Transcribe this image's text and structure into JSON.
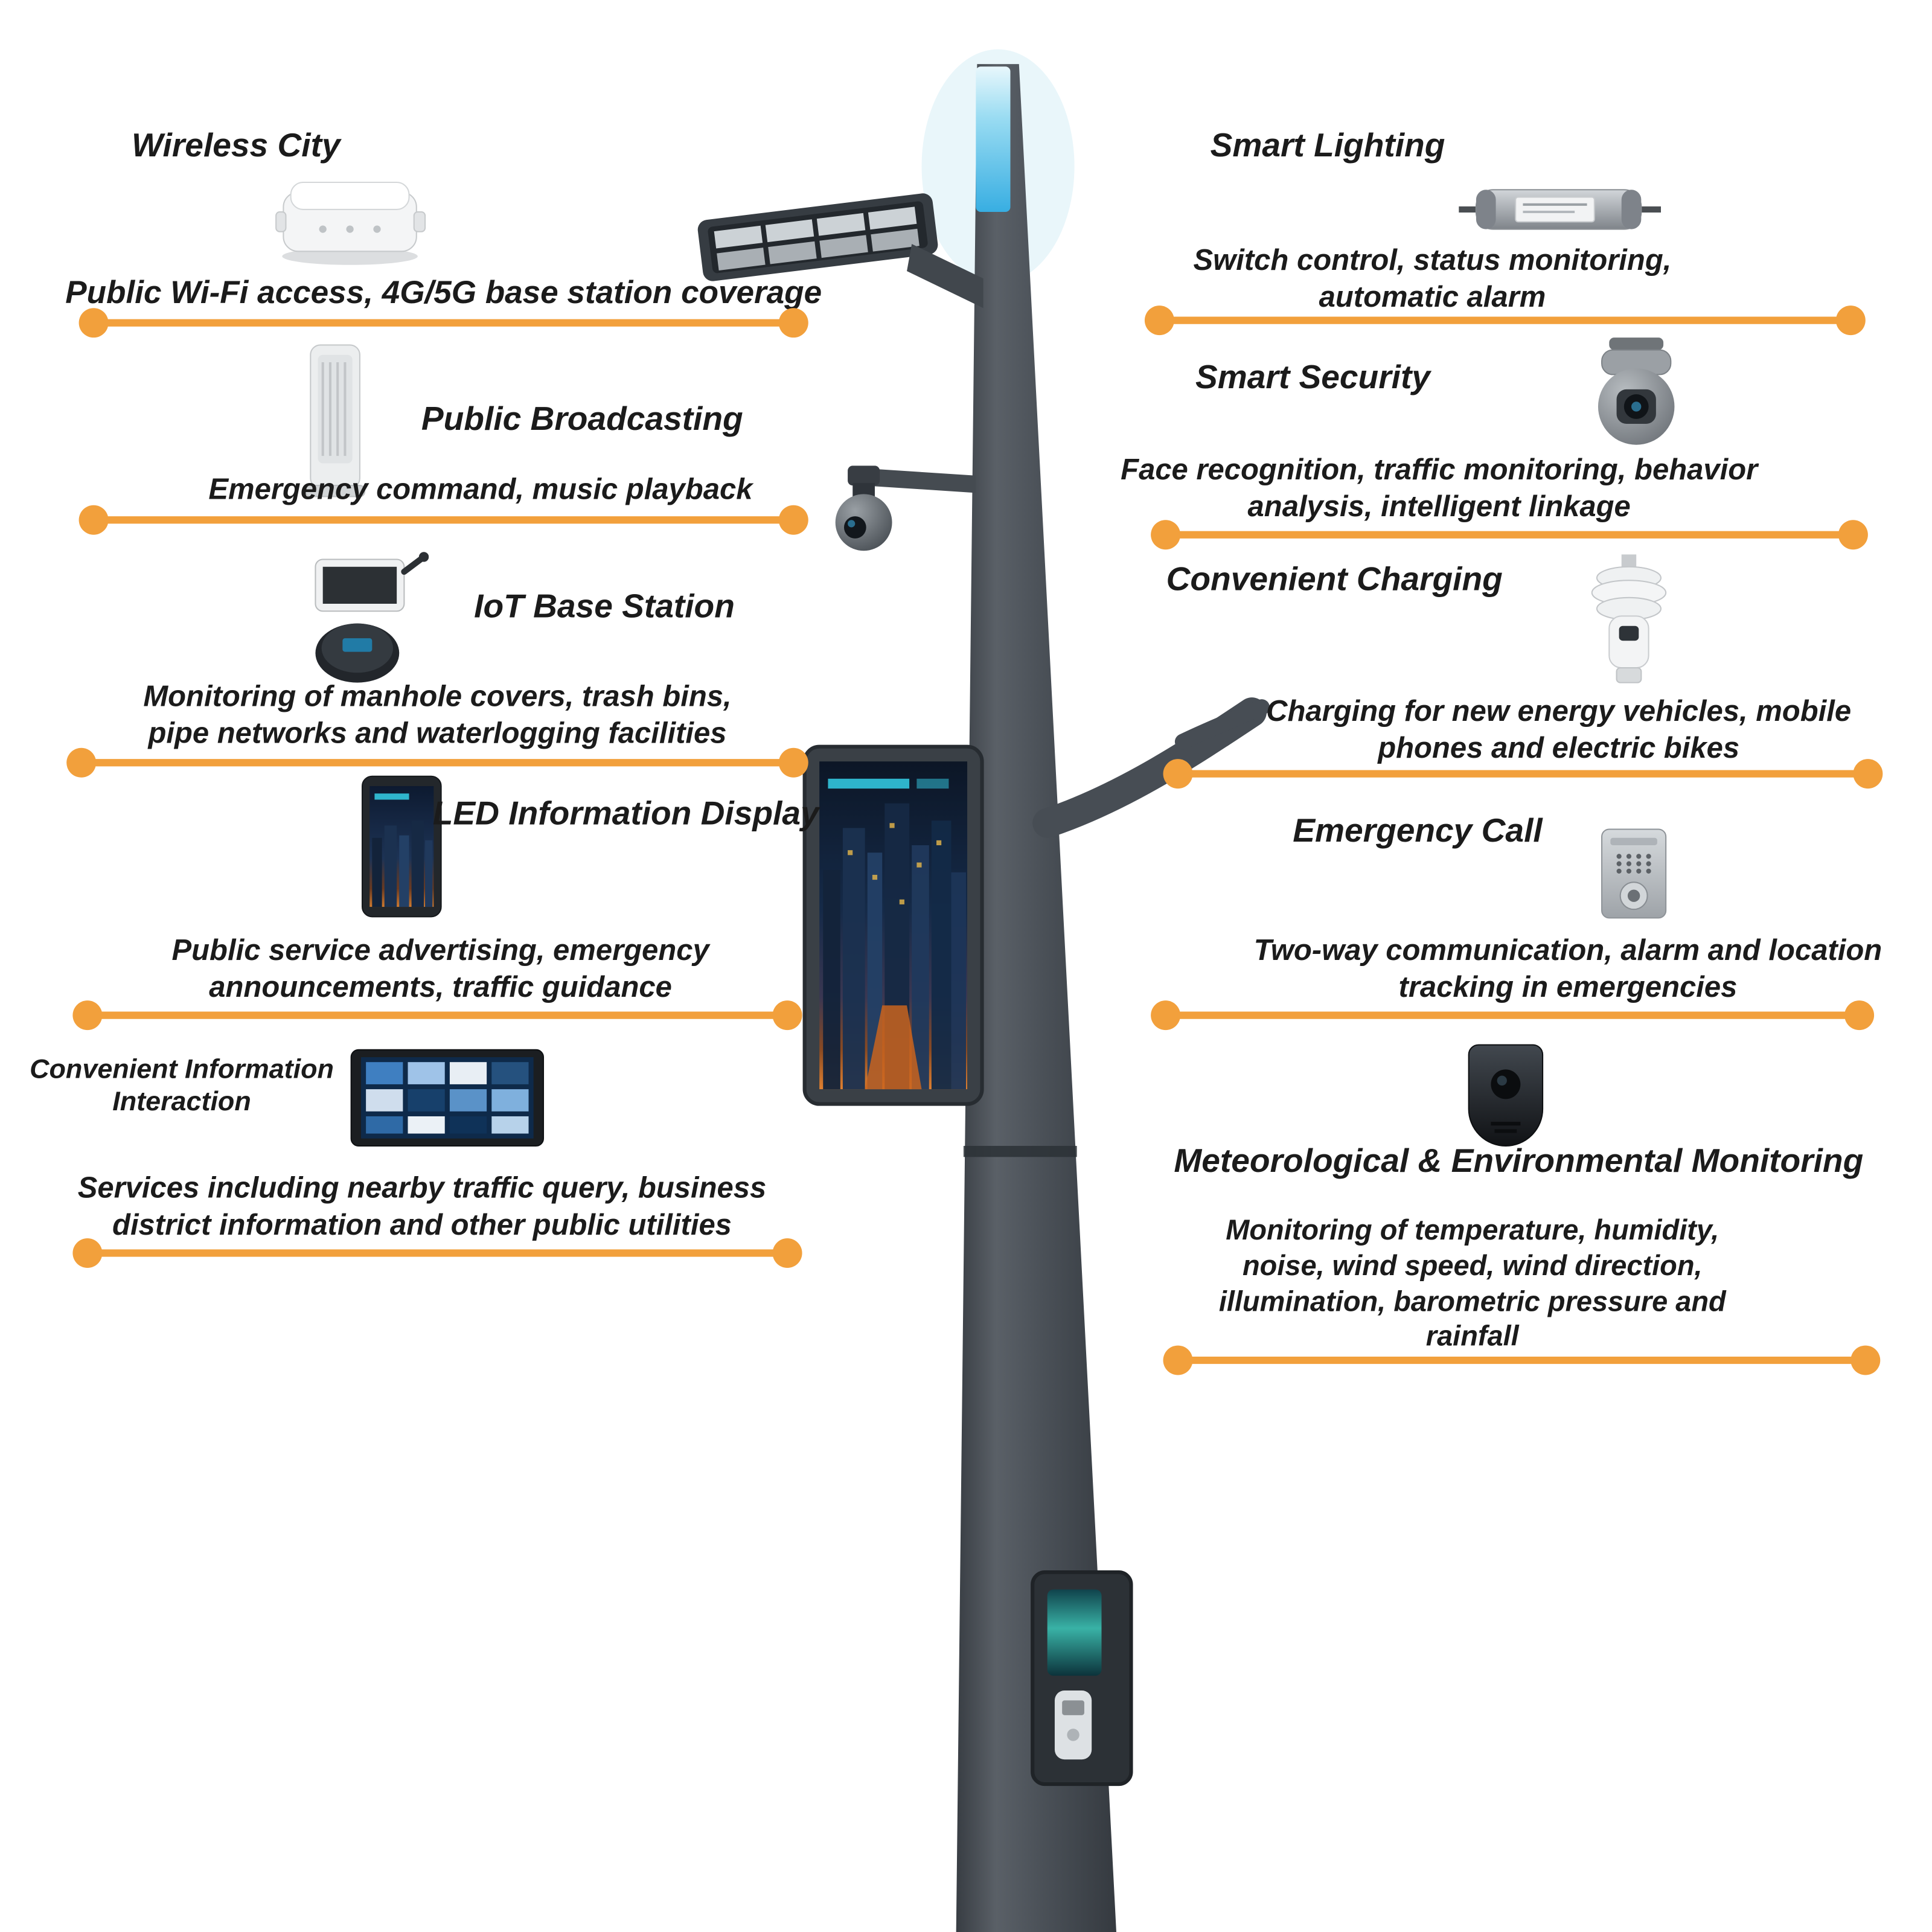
{
  "colors": {
    "accent": "#F2A03C",
    "pole": "#464C52"
  },
  "left": [
    {
      "title": "Wireless City",
      "desc": "Public Wi-Fi access, 4G/5G base station coverage",
      "icon": "wifi-ap-image"
    },
    {
      "title": "Public Broadcasting",
      "desc": "Emergency command, music playback",
      "icon": "speaker-image"
    },
    {
      "title": "IoT Base Station",
      "desc": "Monitoring of manhole covers, trash bins, pipe networks and waterlogging facilities",
      "icon": "iot-devices-image"
    },
    {
      "title": "LED Information Display",
      "desc": "Public service advertising, emergency announcements, traffic guidance",
      "icon": "led-display-image"
    },
    {
      "title": "Convenient Information Interaction",
      "desc": "Services including nearby traffic query, business district information and other public utilities",
      "icon": "tablet-image"
    }
  ],
  "right": [
    {
      "title": "Smart Lighting",
      "desc": "Switch control, status monitoring, automatic alarm",
      "icon": "light-controller-image"
    },
    {
      "title": "Smart Security",
      "desc": "Face recognition, traffic monitoring, behavior analysis, intelligent linkage",
      "icon": "security-camera-image"
    },
    {
      "title": "Convenient Charging",
      "desc": "Charging for new energy vehicles, mobile phones and electric bikes",
      "icon": "charging-device-image"
    },
    {
      "title": "Emergency Call",
      "desc": "Two-way communication, alarm and location tracking in emergencies",
      "icon": "emergency-callbox-image"
    },
    {
      "title": "Meteorological & Environmental Monitoring",
      "desc": "Monitoring of temperature, humidity, noise, wind speed, wind direction, illumination, barometric pressure and rainfall",
      "icon": "environment-sensor-image"
    }
  ]
}
